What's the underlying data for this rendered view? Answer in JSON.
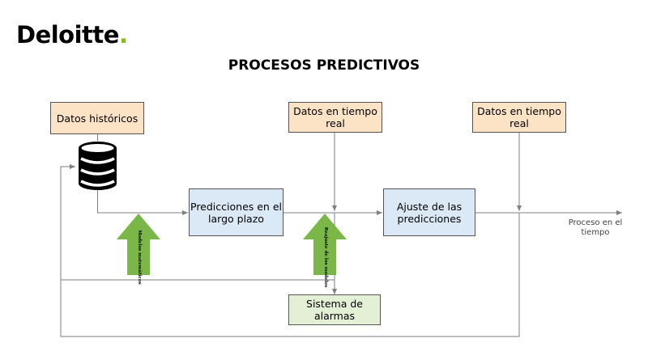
{
  "header": {
    "logo_text": "Deloitte",
    "logo_dot": ".",
    "title": "PROCESOS PREDICTIVOS"
  },
  "diagram": {
    "boxes": {
      "historical_data": "Datos históricos",
      "realtime_data_1": "Datos en tiempo real",
      "realtime_data_2": "Datos en tiempo real",
      "long_term_predictions": "Predicciones en el largo plazo",
      "prediction_adjustment": "Ajuste de las predicciones",
      "alarm_system": "Sistema de alarmas"
    },
    "arrows": {
      "math_models": "Modelos matemáticos",
      "model_readjustment": "Reajuste de los modelos"
    },
    "time_axis_label": "Proceso en el tiempo"
  },
  "colors": {
    "brand_green": "#86bc25",
    "input_box": "#fde3c6",
    "process_box": "#dbe9f6",
    "alarm_box": "#e3f0d6",
    "up_arrow": "#7ab648",
    "line": "#7f7f7f"
  }
}
